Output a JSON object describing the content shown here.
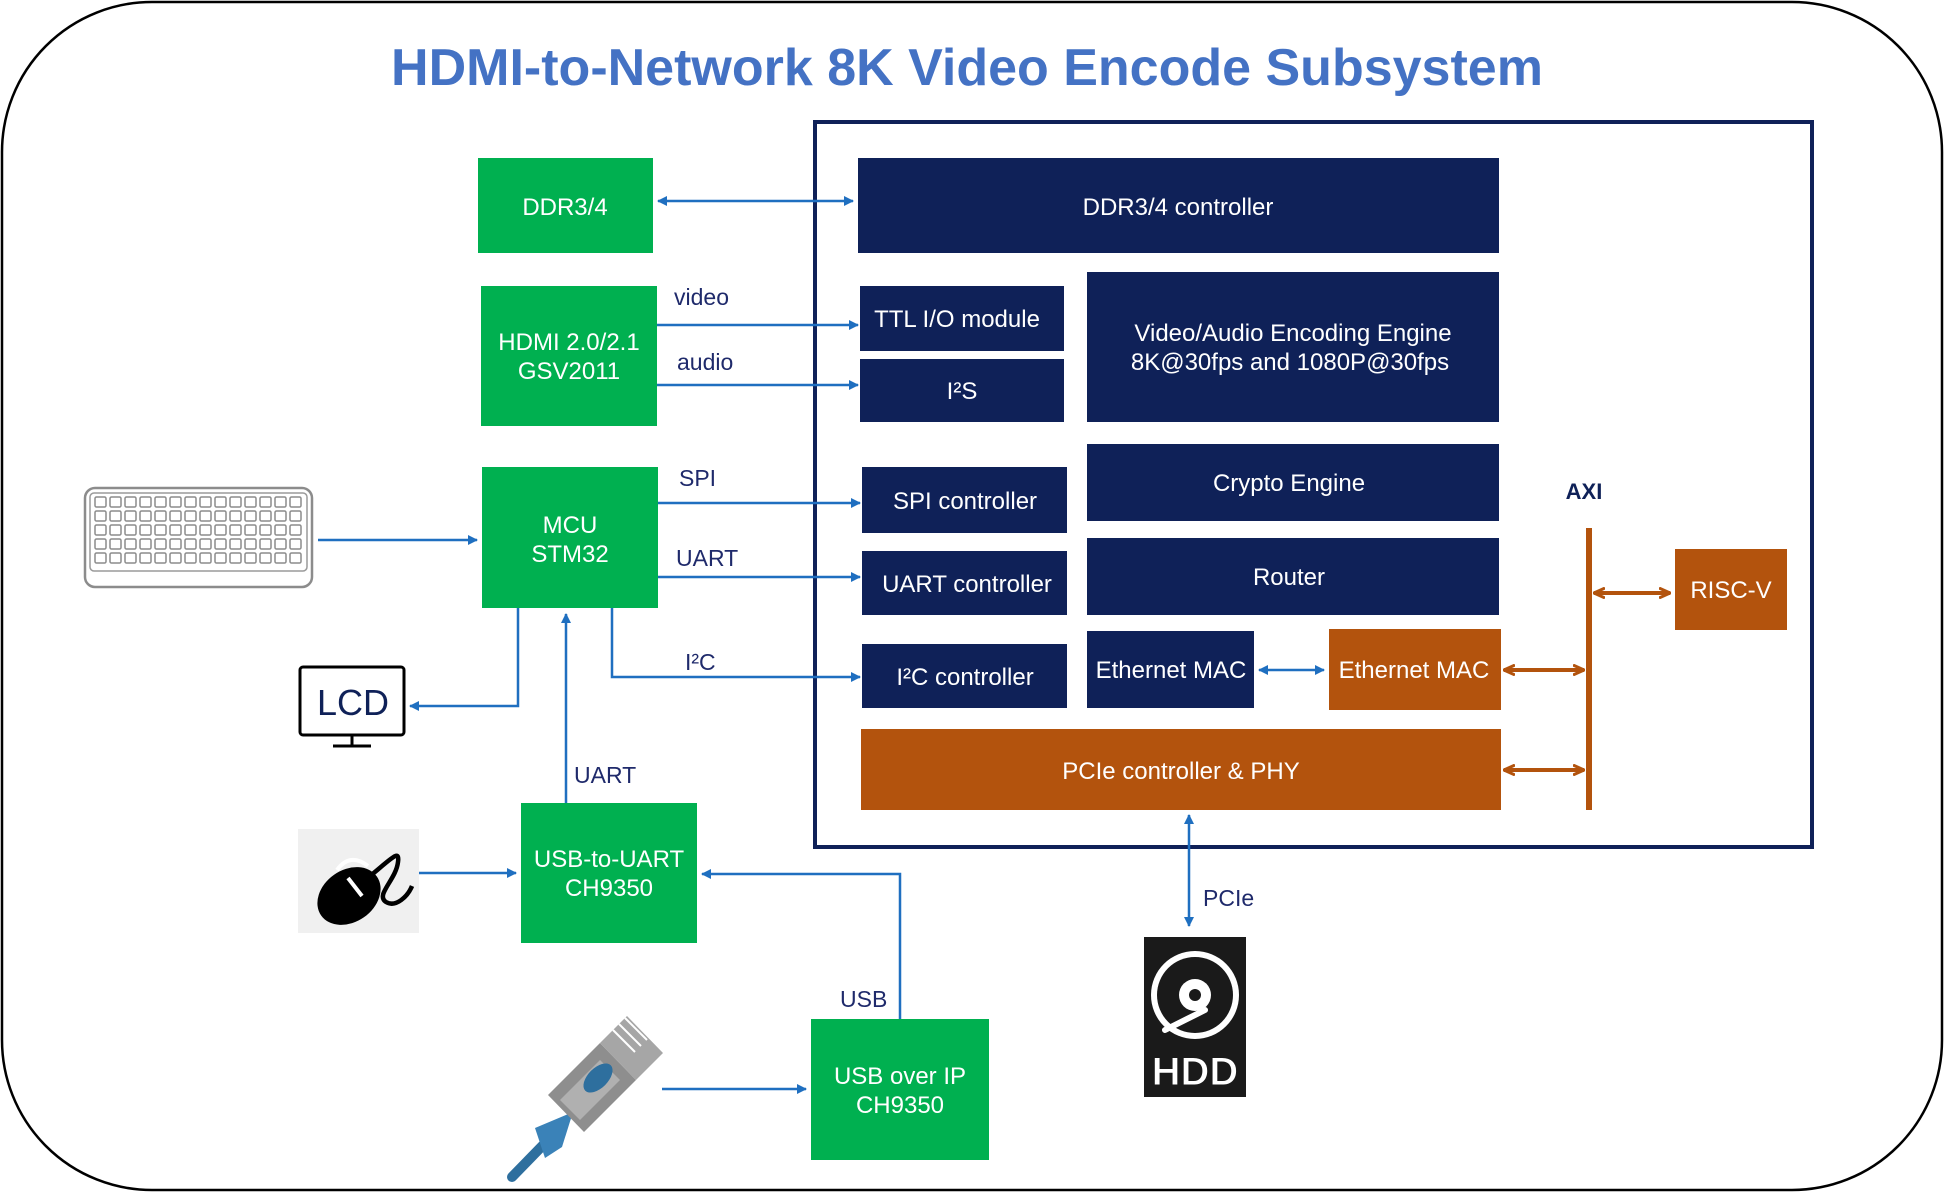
{
  "title": "HDMI-to-Network 8K Video Encode Subsystem",
  "colors": {
    "title": "#4472c4",
    "green_block": "#00b050",
    "navy_block": "#0f2158",
    "orange_block": "#b3530d",
    "blue_arrow": "#1f6fc0",
    "orange_arrow": "#b3530d"
  },
  "external_blocks": {
    "ddr": "DDR3/4",
    "hdmi": [
      "HDMI 2.0/2.1",
      "GSV2011"
    ],
    "mcu": [
      "MCU",
      "STM32"
    ],
    "usb_uart": [
      "USB-to-UART",
      "CH9350"
    ],
    "usb_ip": [
      "USB over IP",
      "CH9350"
    ]
  },
  "soc_blocks": {
    "ddr_ctrl": "DDR3/4 controller",
    "ttl": "TTL I/O module",
    "i2s": "I²S",
    "encoder": [
      "Video/Audio Encoding Engine",
      "8K@30fps and 1080P@30fps"
    ],
    "spi": "SPI controller",
    "crypto": "Crypto Engine",
    "uart": "UART controller",
    "router": "Router",
    "i2c": "I²C controller",
    "eth_mac_a": "Ethernet MAC",
    "eth_mac_b": "Ethernet MAC",
    "pcie": "PCIe controller & PHY",
    "riscv": "RISC-V"
  },
  "labels": {
    "video": "video",
    "audio": "audio",
    "spi": "SPI",
    "uart_top": "UART",
    "i2c": "I²C",
    "uart_bottom": "UART",
    "usb": "USB",
    "pcie": "PCIe",
    "axi": "AXI"
  },
  "devices": {
    "lcd": "LCD",
    "hdd": "HDD",
    "icons": [
      "keyboard-icon",
      "monitor-icon",
      "mouse-icon",
      "ethernet-cable-icon",
      "hdd-icon"
    ]
  }
}
